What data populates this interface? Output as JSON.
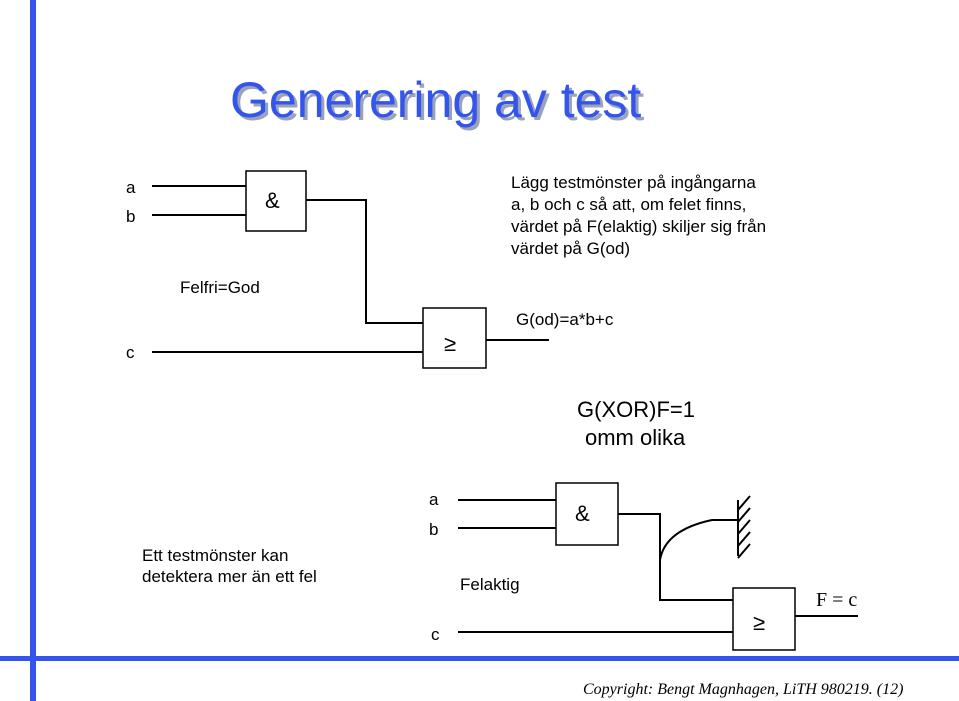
{
  "slide": {
    "title": "Generering av test",
    "copyright": "Copyright: Bengt Magnhagen, LiTH 980219. (12)",
    "accent_color": "#3355ee",
    "frame_color": "#3355ee"
  },
  "top_circuit": {
    "input_a": "a",
    "input_b": "b",
    "input_c": "c",
    "and_gate": "&",
    "or_gate": "≥",
    "fault_free_label": "Felfri=God",
    "output_expr": "G(od)=a*b+c",
    "description": [
      "Lägg testmönster på ingångarna",
      "a, b och c så att, om felet finns,",
      "värdet på F(elaktig) skiljer sig från",
      "värdet på G(od)"
    ]
  },
  "xor_note": [
    "G(XOR)F=1",
    "omm olika"
  ],
  "bottom_circuit": {
    "input_a": "a",
    "input_b": "b",
    "input_c": "c",
    "and_gate": "&",
    "or_gate": "≥",
    "faulty_label": "Felaktig",
    "output_expr": "F = c",
    "note": [
      "Ett testmönster kan",
      "detektera mer än ett fel"
    ]
  }
}
